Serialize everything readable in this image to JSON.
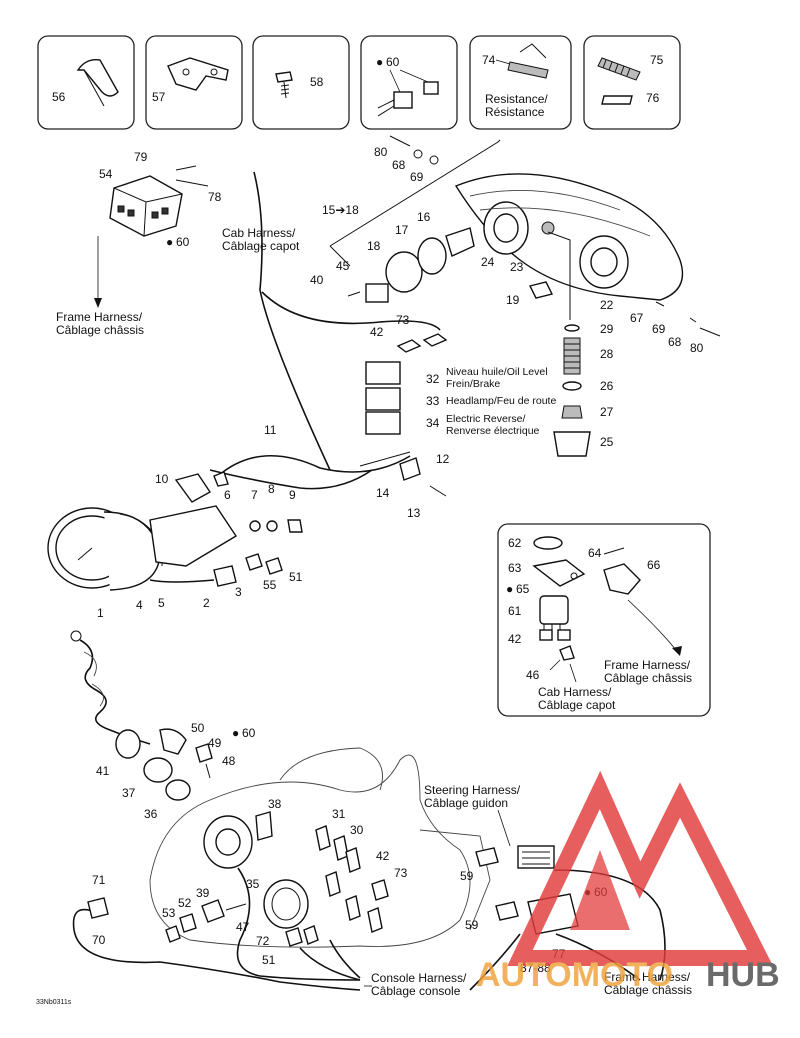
{
  "callouts": {
    "c1": "1",
    "c2": "2",
    "c3": "3",
    "c4": "4",
    "c5": "5",
    "c6": "6",
    "c7": "7",
    "c8": "8",
    "c9": "9",
    "c10": "10",
    "c11": "11",
    "c12": "12",
    "c13": "13",
    "c14": "14",
    "c15_18": "15➔18",
    "c16": "16",
    "c17": "17",
    "c18": "18",
    "c19": "19",
    "c22": "22",
    "c23": "23",
    "c24": "24",
    "c25": "25",
    "c26": "26",
    "c27": "27",
    "c28": "28",
    "c29": "29",
    "c30": "30",
    "c31": "31",
    "c32": "32",
    "c33": "33",
    "c34": "34",
    "c35": "35",
    "c36": "36",
    "c37": "37",
    "c38": "38",
    "c39": "39",
    "c40": "40",
    "c41": "41",
    "c42a": "42",
    "c42b": "42",
    "c42c": "42",
    "c45": "45",
    "c46": "46",
    "c47": "47",
    "c48": "48",
    "c49": "49",
    "c50": "50",
    "c51a": "51",
    "c51b": "51",
    "c52": "52",
    "c53": "53",
    "c54": "54",
    "c55": "55",
    "c56": "56",
    "c57": "57",
    "c58": "58",
    "c59a": "59",
    "c59b": "59",
    "c61": "61",
    "c62": "62",
    "c63": "63",
    "c64": "64",
    "c66": "66",
    "c67": "67",
    "c68a": "68",
    "c68b": "68",
    "c69a": "69",
    "c69b": "69",
    "c70": "70",
    "c71": "71",
    "c72": "72",
    "c73a": "73",
    "c73b": "73",
    "c74": "74",
    "c75": "75",
    "c76": "76",
    "c77": "77",
    "c78": "78",
    "c79": "79",
    "c80a": "80",
    "c80b": "80",
    "c87_88": "87-88",
    "c60_inset": "60",
    "c60_connector": "60",
    "c60_key": "60",
    "c60_steer": "60",
    "c65": "65"
  },
  "notes": {
    "resistance_1": "Resistance/",
    "resistance_2": "Résistance",
    "cab_harness_top_1": "Cab Harness/",
    "cab_harness_top_2": "Câblage capot",
    "frame_harness_left_1": "Frame Harness/",
    "frame_harness_left_2": "Câblage châssis",
    "oil_level_1": "Niveau huile/Oil Level",
    "oil_level_2": "Frein/Brake",
    "headlamp": "Headlamp/Feu de route",
    "electric_reverse_1": "Electric Reverse/",
    "electric_reverse_2": "Renverse électrique",
    "frame_harness_inset_1": "Frame Harness/",
    "frame_harness_inset_2": "Câblage châssis",
    "cab_harness_inset_1": "Cab Harness/",
    "cab_harness_inset_2": "Câblage capot",
    "steering_harness_1": "Steering Harness/",
    "steering_harness_2": "Câblage guidon",
    "console_harness_1": "Console Harness/",
    "console_harness_2": "Câblage console",
    "frame_harness_bottom_1": "Frame Harness/",
    "frame_harness_bottom_2": "Câblage châssis",
    "drawing_code": "33Nb0311s"
  },
  "watermark": {
    "part1": "AUTOMOTO",
    "part2": "HUB",
    "color_red": "#e23b3b",
    "color_orange": "#f0a23a",
    "color_gray": "#4a4a4a"
  }
}
